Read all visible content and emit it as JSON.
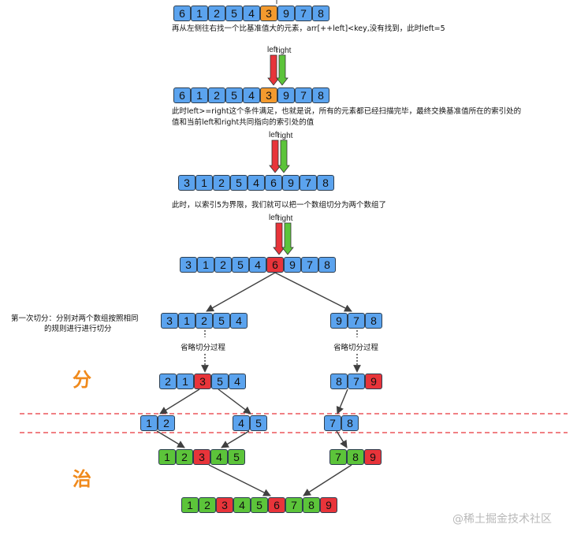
{
  "colors": {
    "blue": "#5ba3ee",
    "orange": "#f39a2e",
    "red": "#e8343a",
    "green": "#5cc43a",
    "arrow": "#404040",
    "dash": "#e8343a"
  },
  "texts": {
    "t1": "再从左侧往右找一个比基准值大的元素，arr[++left]<key,没有找到，此时left=5",
    "t2a": "此时left>=right这个条件满足，也就是说，所有的元素都已经扫描完毕，最终交换基准值所在的索引处的",
    "t2b": "值和当前left和right共同指向的索引处的值",
    "t3": "此时，以索引5为界限，我们就可以把一个数组切分为两个数组了",
    "t4a": "第一次切分：分别对两个数组按照相同",
    "t4b": "的规则进行进行切分",
    "omit_left": "省略切分过程",
    "omit_right": "省略切分过程",
    "divide": "分",
    "conquer": "治",
    "watermark": "@稀土掘金技术社区"
  },
  "pointer_labels": {
    "left": "left",
    "right": "right"
  },
  "arrays": {
    "a1": [
      {
        "v": "6",
        "c": "blue"
      },
      {
        "v": "1",
        "c": "blue"
      },
      {
        "v": "2",
        "c": "blue"
      },
      {
        "v": "5",
        "c": "blue"
      },
      {
        "v": "4",
        "c": "blue"
      },
      {
        "v": "3",
        "c": "orange"
      },
      {
        "v": "9",
        "c": "blue"
      },
      {
        "v": "7",
        "c": "blue"
      },
      {
        "v": "8",
        "c": "blue"
      }
    ],
    "a2": [
      {
        "v": "6",
        "c": "blue"
      },
      {
        "v": "1",
        "c": "blue"
      },
      {
        "v": "2",
        "c": "blue"
      },
      {
        "v": "5",
        "c": "blue"
      },
      {
        "v": "4",
        "c": "blue"
      },
      {
        "v": "3",
        "c": "orange"
      },
      {
        "v": "9",
        "c": "blue"
      },
      {
        "v": "7",
        "c": "blue"
      },
      {
        "v": "8",
        "c": "blue"
      }
    ],
    "a3": [
      {
        "v": "3",
        "c": "blue"
      },
      {
        "v": "1",
        "c": "blue"
      },
      {
        "v": "2",
        "c": "blue"
      },
      {
        "v": "5",
        "c": "blue"
      },
      {
        "v": "4",
        "c": "blue"
      },
      {
        "v": "6",
        "c": "blue"
      },
      {
        "v": "9",
        "c": "blue"
      },
      {
        "v": "7",
        "c": "blue"
      },
      {
        "v": "8",
        "c": "blue"
      }
    ],
    "a4": [
      {
        "v": "3",
        "c": "blue"
      },
      {
        "v": "1",
        "c": "blue"
      },
      {
        "v": "2",
        "c": "blue"
      },
      {
        "v": "5",
        "c": "blue"
      },
      {
        "v": "4",
        "c": "blue"
      },
      {
        "v": "6",
        "c": "red"
      },
      {
        "v": "9",
        "c": "blue"
      },
      {
        "v": "7",
        "c": "blue"
      },
      {
        "v": "8",
        "c": "blue"
      }
    ],
    "l1": [
      {
        "v": "3",
        "c": "blue"
      },
      {
        "v": "1",
        "c": "blue"
      },
      {
        "v": "2",
        "c": "blue"
      },
      {
        "v": "5",
        "c": "blue"
      },
      {
        "v": "4",
        "c": "blue"
      }
    ],
    "r1": [
      {
        "v": "9",
        "c": "blue"
      },
      {
        "v": "7",
        "c": "blue"
      },
      {
        "v": "8",
        "c": "blue"
      }
    ],
    "l2": [
      {
        "v": "2",
        "c": "blue"
      },
      {
        "v": "1",
        "c": "blue"
      },
      {
        "v": "3",
        "c": "red"
      },
      {
        "v": "5",
        "c": "blue"
      },
      {
        "v": "4",
        "c": "blue"
      }
    ],
    "r2": [
      {
        "v": "8",
        "c": "blue"
      },
      {
        "v": "7",
        "c": "blue"
      },
      {
        "v": "9",
        "c": "red"
      }
    ],
    "l3a": [
      {
        "v": "1",
        "c": "blue"
      },
      {
        "v": "2",
        "c": "blue"
      }
    ],
    "l3b": [
      {
        "v": "4",
        "c": "blue"
      },
      {
        "v": "5",
        "c": "blue"
      }
    ],
    "r3": [
      {
        "v": "7",
        "c": "blue"
      },
      {
        "v": "8",
        "c": "blue"
      }
    ],
    "l4": [
      {
        "v": "1",
        "c": "green"
      },
      {
        "v": "2",
        "c": "green"
      },
      {
        "v": "3",
        "c": "red"
      },
      {
        "v": "4",
        "c": "green"
      },
      {
        "v": "5",
        "c": "green"
      }
    ],
    "r4": [
      {
        "v": "7",
        "c": "green"
      },
      {
        "v": "8",
        "c": "green"
      },
      {
        "v": "9",
        "c": "red"
      }
    ],
    "final": [
      {
        "v": "1",
        "c": "green"
      },
      {
        "v": "2",
        "c": "green"
      },
      {
        "v": "3",
        "c": "red"
      },
      {
        "v": "4",
        "c": "green"
      },
      {
        "v": "5",
        "c": "green"
      },
      {
        "v": "6",
        "c": "red"
      },
      {
        "v": "7",
        "c": "green"
      },
      {
        "v": "8",
        "c": "green"
      },
      {
        "v": "9",
        "c": "red"
      }
    ]
  }
}
